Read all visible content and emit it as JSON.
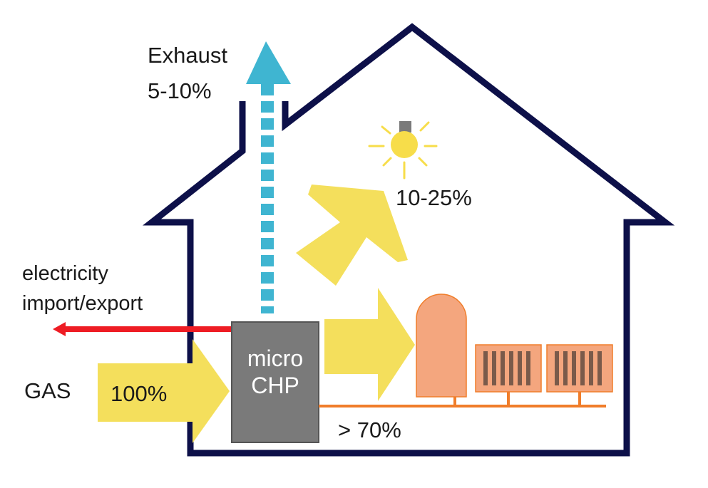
{
  "diagram": {
    "exhaust_label": "Exhaust",
    "exhaust_percent": "5-10%",
    "light_percent": "10-25%",
    "electricity_label_line1": "electricity",
    "electricity_label_line2": "import/export",
    "gas_label": "GAS",
    "gas_percent": "100%",
    "chp_line1": "micro",
    "chp_line2": "CHP",
    "heat_percent": "> 70%"
  },
  "colors": {
    "house_outline": "#0d1049",
    "exhaust": "#3fb5d1",
    "energy_arrow": "#f4df5c",
    "electricity": "#ee1c24",
    "chp_box": "#7a7a7a",
    "heat": "#f4a67e",
    "pipe": "#f07d2a",
    "bulb": "#f7dd4a"
  },
  "icons": {
    "bulb": "light-bulb-icon",
    "tank": "hot-water-tank-icon",
    "radiator": "radiator-icon"
  }
}
